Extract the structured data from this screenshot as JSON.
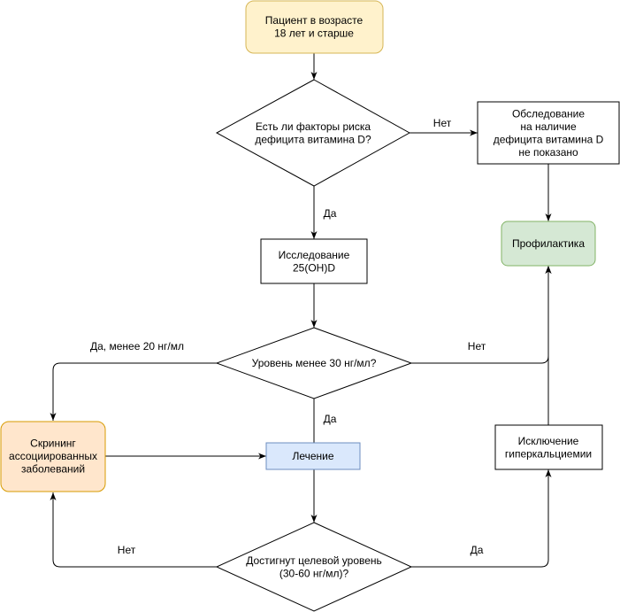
{
  "nodes": {
    "start": {
      "lines": [
        "Пациент в возрасте",
        "18 лет и старше"
      ],
      "fill": "#fff2cc",
      "stroke": "#d6b656"
    },
    "risk_question": {
      "lines": [
        "Есть ли факторы риска",
        "дефицита витамина D?"
      ]
    },
    "no_exam": {
      "lines": [
        "Обследование",
        "на наличие",
        "дефицита витамина D",
        "не показано"
      ]
    },
    "prevention": {
      "lines": [
        "Профилактика"
      ],
      "fill": "#d5e8d4",
      "stroke": "#82b366"
    },
    "test": {
      "lines": [
        "Исследование",
        "25(OH)D"
      ]
    },
    "level_question": {
      "lines": [
        "Уровень менее 30 нг/мл?"
      ]
    },
    "screening": {
      "lines": [
        "Скрининг",
        "ассоциированных",
        "заболеваний"
      ],
      "fill": "#ffe6cc",
      "stroke": "#d79b00"
    },
    "treatment": {
      "lines": [
        "Лечение"
      ],
      "fill": "#dae8fc",
      "stroke": "#6c8ebf"
    },
    "hypercalcemia": {
      "lines": [
        "Исключение",
        "гиперкальциемии"
      ]
    },
    "target_question": {
      "lines": [
        "Достигнут целевой уровень",
        "(30-60 нг/мл)?"
      ]
    }
  },
  "edge_labels": {
    "risk_no": "Нет",
    "risk_yes": "Да",
    "level_less20": "Да, менее 20 нг/мл",
    "level_no": "Нет",
    "level_yes": "Да",
    "target_no": "Нет",
    "target_yes": "Да"
  }
}
